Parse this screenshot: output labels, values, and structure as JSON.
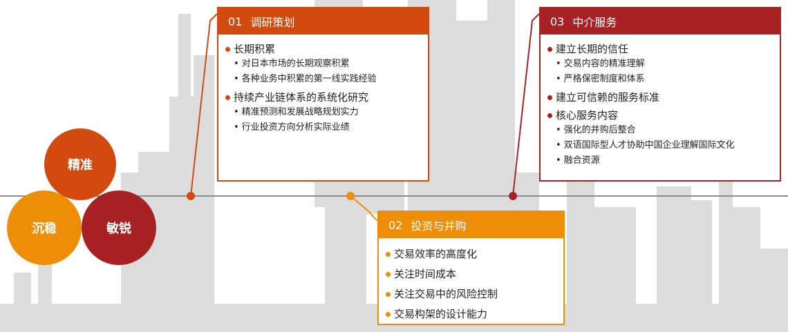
{
  "circles": {
    "precise": "精准",
    "steady": "沉稳",
    "sharp": "敏锐"
  },
  "colors": {
    "orange_red": "#d34a0f",
    "orange": "#ee8d07",
    "dark_red": "#a82223",
    "skyline_gray": "#d9d9d9",
    "timeline_gray": "#8c8c8c"
  },
  "boxes": {
    "research": {
      "number": "01",
      "title": "调研策划",
      "items": [
        {
          "text": "长期积累",
          "subs": [
            "对日本市场的长期观察积累",
            "各种业务中积累的第一线实践经验"
          ]
        },
        {
          "text": "持续产业链体系的系统化研究",
          "subs": [
            "精准预测和发展战略规划实力",
            "行业投资方向分析实际业绩"
          ]
        }
      ]
    },
    "investment": {
      "number": "02",
      "title": "投资与并购",
      "items": [
        {
          "text": "交易效率的高度化",
          "subs": []
        },
        {
          "text": "关注时间成本",
          "subs": []
        },
        {
          "text": "关注交易中的风险控制",
          "subs": []
        },
        {
          "text": "交易构架的设计能力",
          "subs": []
        }
      ]
    },
    "intermediary": {
      "number": "03",
      "title": "中介服务",
      "items": [
        {
          "text": "建立长期的信任",
          "subs": [
            "交易内容的精准理解",
            "严格保密制度和体系"
          ]
        },
        {
          "text": "建立可信赖的服务标准",
          "subs": []
        },
        {
          "text": "核心服务内容",
          "subs": [
            "强化的并购后整合",
            "双语国际型人才协助中国企业理解国际文化",
            "融合资源"
          ]
        }
      ]
    }
  }
}
